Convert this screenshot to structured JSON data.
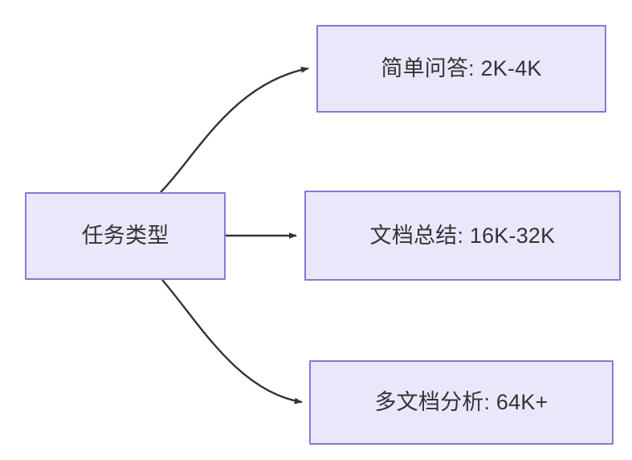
{
  "diagram": {
    "type": "flowchart",
    "direction": "left-to-right",
    "background_color": "#ffffff",
    "node_fill_color": "#eae7fa",
    "node_border_color": "#9173d6",
    "node_text_color": "#333333",
    "edge_color": "#333333",
    "nodes": [
      {
        "id": "source",
        "label": "任务类型",
        "role": "root"
      },
      {
        "id": "simple-qa",
        "label": "简单问答: 2K-4K",
        "role": "leaf"
      },
      {
        "id": "doc-summary",
        "label": "文档总结: 16K-32K",
        "role": "leaf"
      },
      {
        "id": "multi-doc",
        "label": "多文档分析: 64K+",
        "role": "leaf"
      }
    ],
    "edges": [
      {
        "id": "edge-source-simple-qa",
        "from": "source",
        "to": "simple-qa",
        "label": "",
        "style": "curved-arrow"
      },
      {
        "id": "edge-source-doc-summary",
        "from": "source",
        "to": "doc-summary",
        "label": "",
        "style": "straight-arrow"
      },
      {
        "id": "edge-source-multi-doc",
        "from": "source",
        "to": "multi-doc",
        "label": "",
        "style": "curved-arrow"
      }
    ]
  }
}
